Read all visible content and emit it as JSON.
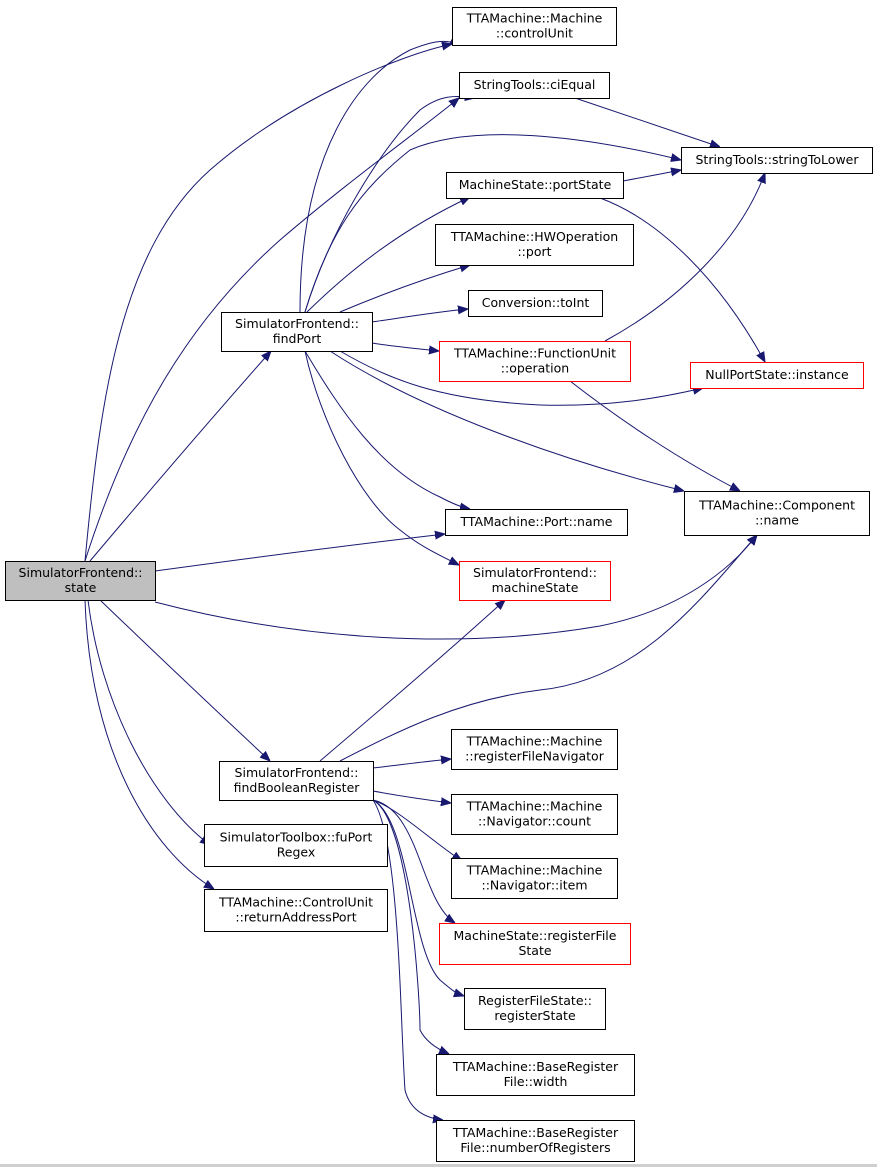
{
  "colors": {
    "edge": "#191970",
    "box_border": "#000000",
    "box_border_red": "#ff0000",
    "root_fill": "#bfbfbf"
  },
  "nodes": [
    {
      "id": "state",
      "lines": [
        "SimulatorFrontend::",
        "state"
      ],
      "style": "root"
    },
    {
      "id": "findPort",
      "lines": [
        "SimulatorFrontend::",
        "findPort"
      ],
      "style": "normal"
    },
    {
      "id": "findBooleanRegister",
      "lines": [
        "SimulatorFrontend::",
        "findBooleanRegister"
      ],
      "style": "normal"
    },
    {
      "id": "fuPortRegex",
      "lines": [
        "SimulatorToolbox::fuPort",
        "Regex"
      ],
      "style": "normal"
    },
    {
      "id": "returnAddressPort",
      "lines": [
        "TTAMachine::ControlUnit",
        "::returnAddressPort"
      ],
      "style": "normal"
    },
    {
      "id": "controlUnit",
      "lines": [
        "TTAMachine::Machine",
        "::controlUnit"
      ],
      "style": "normal"
    },
    {
      "id": "ciEqual",
      "lines": [
        "StringTools::ciEqual"
      ],
      "style": "normal"
    },
    {
      "id": "stringToLower",
      "lines": [
        "StringTools::stringToLower"
      ],
      "style": "normal"
    },
    {
      "id": "portState",
      "lines": [
        "MachineState::portState"
      ],
      "style": "normal"
    },
    {
      "id": "hwPort",
      "lines": [
        "TTAMachine::HWOperation",
        "::port"
      ],
      "style": "normal"
    },
    {
      "id": "toInt",
      "lines": [
        "Conversion::toInt"
      ],
      "style": "normal"
    },
    {
      "id": "fuOperation",
      "lines": [
        "TTAMachine::FunctionUnit",
        "::operation"
      ],
      "style": "red"
    },
    {
      "id": "nullPortState",
      "lines": [
        "NullPortState::instance"
      ],
      "style": "red"
    },
    {
      "id": "portName",
      "lines": [
        "TTAMachine::Port::name"
      ],
      "style": "normal"
    },
    {
      "id": "componentName",
      "lines": [
        "TTAMachine::Component",
        "::name"
      ],
      "style": "normal"
    },
    {
      "id": "machineState",
      "lines": [
        "SimulatorFrontend::",
        "machineState"
      ],
      "style": "red"
    },
    {
      "id": "rfNavigator",
      "lines": [
        "TTAMachine::Machine",
        "::registerFileNavigator"
      ],
      "style": "normal"
    },
    {
      "id": "navCount",
      "lines": [
        "TTAMachine::Machine",
        "::Navigator::count"
      ],
      "style": "normal"
    },
    {
      "id": "navItem",
      "lines": [
        "TTAMachine::Machine",
        "::Navigator::item"
      ],
      "style": "normal"
    },
    {
      "id": "rfState",
      "lines": [
        "MachineState::registerFile",
        "State"
      ],
      "style": "red"
    },
    {
      "id": "registerState",
      "lines": [
        "RegisterFileState::",
        "registerState"
      ],
      "style": "normal"
    },
    {
      "id": "brfWidth",
      "lines": [
        "TTAMachine::BaseRegister",
        "File::width"
      ],
      "style": "normal"
    },
    {
      "id": "brfNumRegs",
      "lines": [
        "TTAMachine::BaseRegister",
        "File::numberOfRegisters"
      ],
      "style": "normal"
    }
  ],
  "edges": [
    {
      "from": "state",
      "to": "controlUnit"
    },
    {
      "from": "state",
      "to": "ciEqual"
    },
    {
      "from": "state",
      "to": "findPort"
    },
    {
      "from": "state",
      "to": "portName"
    },
    {
      "from": "state",
      "to": "componentName"
    },
    {
      "from": "state",
      "to": "findBooleanRegister"
    },
    {
      "from": "state",
      "to": "fuPortRegex"
    },
    {
      "from": "state",
      "to": "returnAddressPort"
    },
    {
      "from": "findPort",
      "to": "controlUnit"
    },
    {
      "from": "findPort",
      "to": "ciEqual"
    },
    {
      "from": "findPort",
      "to": "stringToLower"
    },
    {
      "from": "findPort",
      "to": "portState"
    },
    {
      "from": "findPort",
      "to": "hwPort"
    },
    {
      "from": "findPort",
      "to": "toInt"
    },
    {
      "from": "findPort",
      "to": "fuOperation"
    },
    {
      "from": "findPort",
      "to": "nullPortState"
    },
    {
      "from": "findPort",
      "to": "componentName"
    },
    {
      "from": "findPort",
      "to": "portName"
    },
    {
      "from": "findPort",
      "to": "machineState"
    },
    {
      "from": "ciEqual",
      "to": "stringToLower"
    },
    {
      "from": "portState",
      "to": "stringToLower"
    },
    {
      "from": "portState",
      "to": "nullPortState"
    },
    {
      "from": "fuOperation",
      "to": "stringToLower"
    },
    {
      "from": "fuOperation",
      "to": "componentName"
    },
    {
      "from": "findBooleanRegister",
      "to": "machineState"
    },
    {
      "from": "findBooleanRegister",
      "to": "componentName"
    },
    {
      "from": "findBooleanRegister",
      "to": "rfNavigator"
    },
    {
      "from": "findBooleanRegister",
      "to": "navCount"
    },
    {
      "from": "findBooleanRegister",
      "to": "navItem"
    },
    {
      "from": "findBooleanRegister",
      "to": "rfState"
    },
    {
      "from": "findBooleanRegister",
      "to": "registerState"
    },
    {
      "from": "findBooleanRegister",
      "to": "brfWidth"
    },
    {
      "from": "findBooleanRegister",
      "to": "brfNumRegs"
    }
  ]
}
